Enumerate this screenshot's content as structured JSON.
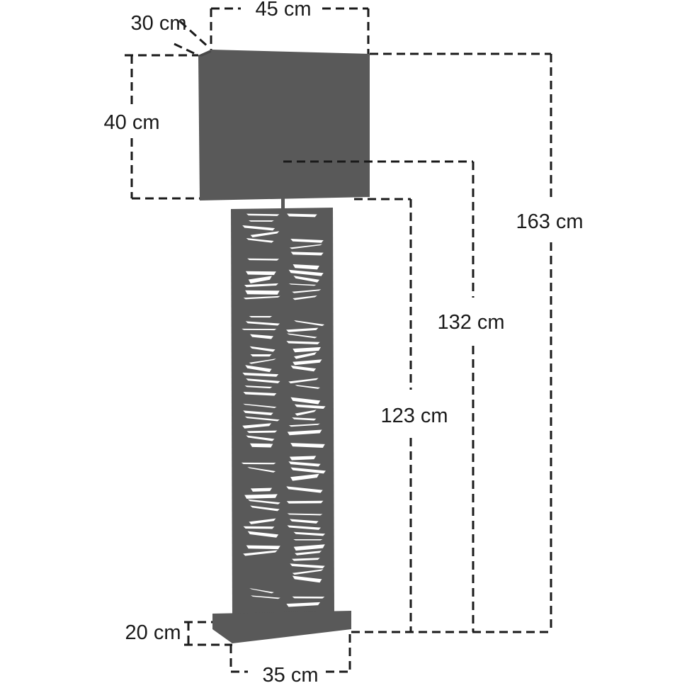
{
  "dimensions": {
    "shade_width": "45 cm",
    "shade_depth": "30 cm",
    "shade_height": "40 cm",
    "total_height": "163 cm",
    "to_bulb_height": "132 cm",
    "base_to_shade_height": "123 cm",
    "base_height": "20 cm",
    "base_width": "35 cm"
  },
  "colors": {
    "lamp": "#595959",
    "lines": "#1a1a1a",
    "background": "#ffffff"
  }
}
